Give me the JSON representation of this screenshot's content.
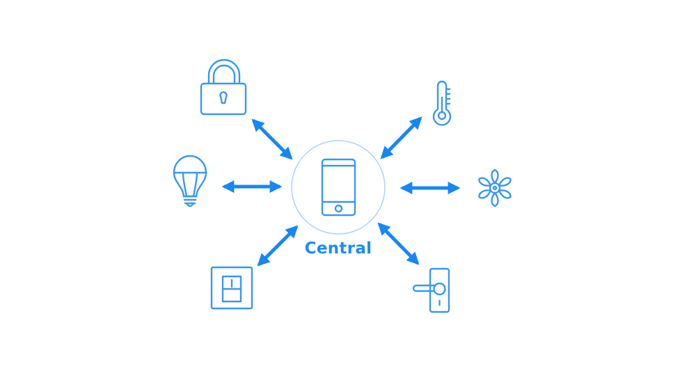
{
  "diagram": {
    "center_label": "Central",
    "center_icon": "smartphone-icon",
    "peripherals": [
      {
        "id": "lock",
        "icon": "padlock-icon"
      },
      {
        "id": "thermometer",
        "icon": "thermometer-icon"
      },
      {
        "id": "bulb",
        "icon": "light-bulb-icon"
      },
      {
        "id": "fan",
        "icon": "fan-icon"
      },
      {
        "id": "switch",
        "icon": "light-switch-icon"
      },
      {
        "id": "door-handle",
        "icon": "door-handle-icon"
      }
    ],
    "colors": {
      "accent": "#1687f5",
      "icon": "#3a97f0",
      "circle": "#a9d3f7"
    }
  }
}
